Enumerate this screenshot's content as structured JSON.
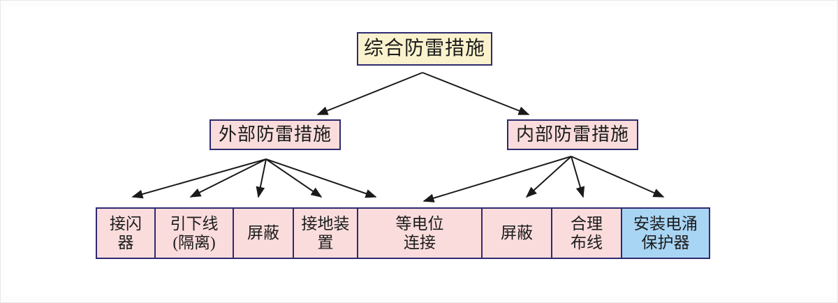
{
  "diagram": {
    "title_node": {
      "label": "综合防雷措施",
      "fill": "#faf2cd",
      "border": "#2e2a6e"
    },
    "branches": [
      {
        "label": "外部防雷措施",
        "fill": "#fadcdc",
        "border": "#2e2a6e"
      },
      {
        "label": "内部防雷措施",
        "fill": "#fadcdc",
        "border": "#2e2a6e"
      }
    ],
    "measures": [
      {
        "label": "接闪\n器",
        "fill": "#fadcdc",
        "group": "外部防雷措施"
      },
      {
        "label": "引下线\n(隔离)",
        "fill": "#fadcdc",
        "group": "外部防雷措施"
      },
      {
        "label": "屏蔽",
        "fill": "#fadcdc",
        "group": "外部防雷措施"
      },
      {
        "label": "接地装\n置",
        "fill": "#fadcdc",
        "group": "外部防雷措施"
      },
      {
        "label": "等电位\n连接",
        "fill": "#fadcdc",
        "group": "内部防雷措施"
      },
      {
        "label": "屏蔽",
        "fill": "#fadcdc",
        "group": "内部防雷措施"
      },
      {
        "label": "合理\n布线",
        "fill": "#fadcdc",
        "group": "内部防雷措施"
      },
      {
        "label": "安装电涌\n保护器",
        "fill": "#a9d5f4",
        "group": "内部防雷措施"
      }
    ],
    "watermark": "",
    "arrow_color": "#1a1a1a"
  }
}
